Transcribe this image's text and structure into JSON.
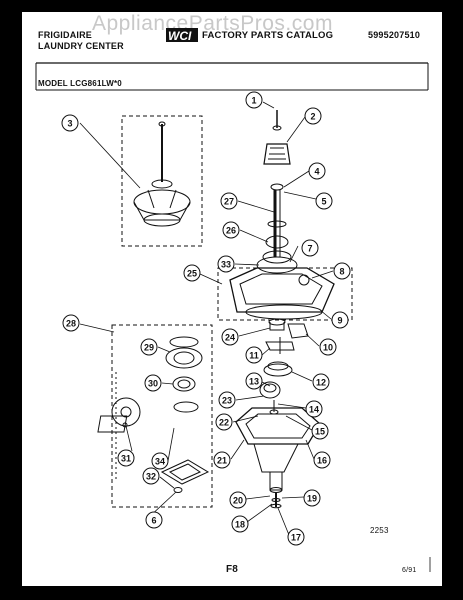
{
  "watermark": "AppliancePartsPros.com",
  "header": {
    "brand": "FRIGIDAIRE",
    "product": "LAUNDRY CENTER",
    "logo_text": "WCI",
    "catalog_title": "FACTORY PARTS CATALOG",
    "catalog_number": "5995207510",
    "model_line": "MODEL LCG861LW*0"
  },
  "footer": {
    "page_code": "F8",
    "date": "6/91",
    "figure_number": "2253"
  },
  "callouts": [
    "1",
    "2",
    "3",
    "4",
    "5",
    "6",
    "7",
    "8",
    "9",
    "10",
    "11",
    "12",
    "13",
    "14",
    "15",
    "16",
    "17",
    "18",
    "19",
    "20",
    "21",
    "22",
    "23",
    "24",
    "25",
    "26",
    "27",
    "28",
    "29",
    "30",
    "31",
    "32",
    "33",
    "34"
  ],
  "colors": {
    "ink": "#111111",
    "paper": "#ffffff",
    "border": "#000000",
    "watermark": "#c8c8c8"
  }
}
